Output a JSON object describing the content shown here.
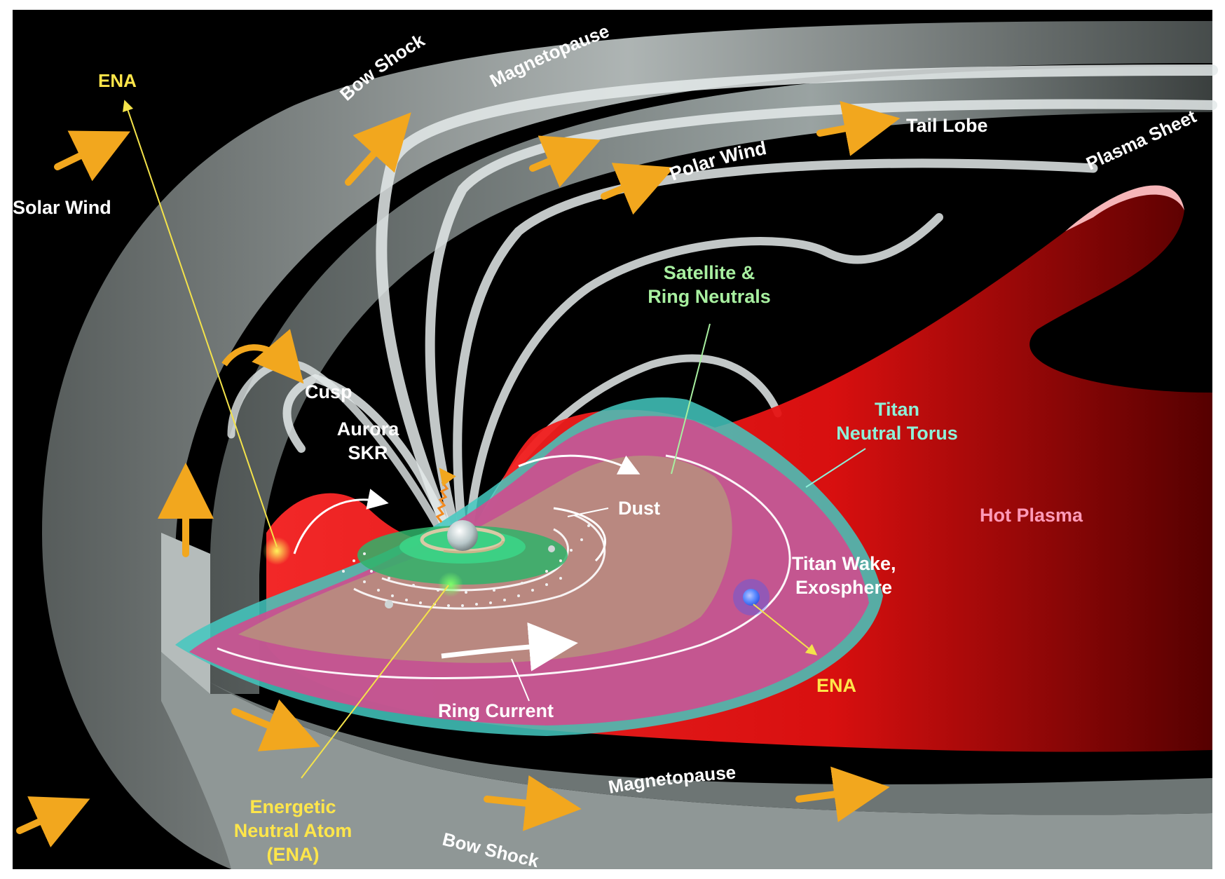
{
  "labels": {
    "ena_top": "ENA",
    "bow_shock_top": "Bow Shock",
    "magnetopause_top": "Magnetopause",
    "solar_wind": "Solar Wind",
    "tail_lobe": "Tail Lobe",
    "polar_wind": "Polar Wind",
    "plasma_sheet": "Plasma Sheet",
    "satellite_ring_neutrals_line1": "Satellite &",
    "satellite_ring_neutrals_line2": "Ring Neutrals",
    "cusp": "Cusp",
    "aurora": "Aurora",
    "skr": "SKR",
    "titan_torus_line1": "Titan",
    "titan_torus_line2": "Neutral Torus",
    "dust": "Dust",
    "hot_plasma": "Hot Plasma",
    "titan_wake_line1": "Titan Wake,",
    "titan_wake_line2": "Exosphere",
    "ena_right": "ENA",
    "ring_current": "Ring Current",
    "ena_bottom_line1": "Energetic",
    "ena_bottom_line2": "Neutral Atom",
    "ena_bottom_line3": "(ENA)",
    "magnetopause_bottom": "Magnetopause",
    "bow_shock_bottom": "Bow Shock"
  },
  "colors": {
    "space": "#000000",
    "shock_layer": "#8a9190",
    "field_line": "#e8eeee",
    "hot_plasma": "#e8141e",
    "ring_current_region": "#d0508f",
    "neutral_cloud": "#b48278",
    "torus_edge": "#43c8c0",
    "flow_arrow": "#f2a71e",
    "ena_line": "#f4e34a",
    "label_white": "#ffffff",
    "label_yellow": "#ffe64a",
    "label_green": "#a8f0a0",
    "label_cyan": "#8ef0d8",
    "label_pink": "#ff9ab8"
  }
}
